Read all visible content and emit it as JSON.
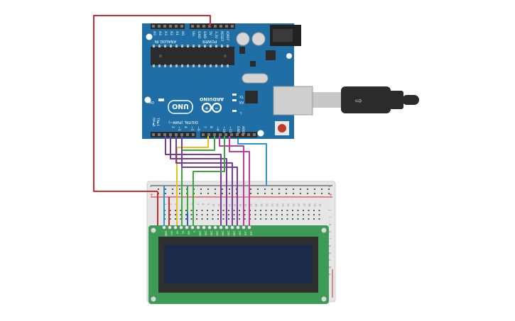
{
  "arduino": {
    "brand": "ARDUINO",
    "model": "UNO",
    "labels": {
      "analog_in": "ANALOG IN",
      "power": "POWER",
      "digital": "DIGITAL (PWM~)",
      "led_on": "ON",
      "tx": "TX",
      "rx": "RX",
      "l": "L",
      "aref": "AREF",
      "gnd": "GND",
      "tx1": "TX►1",
      "rx0": "RX◄0",
      "reset": "RESET"
    },
    "analog_pins": [
      "A5",
      "A4",
      "A3",
      "A2",
      "A1",
      "A0"
    ],
    "power_pins": [
      "Vin",
      "GND",
      "GND",
      "5V",
      "3.3V",
      "RESET",
      "IOREF"
    ],
    "digital_pins": [
      "~11",
      "~10",
      "~9",
      "8",
      "7",
      "~6",
      "~5",
      "4",
      "~3",
      "2"
    ],
    "colors": {
      "board": "#1f6ea6",
      "header": "#2b2b2b",
      "usb": "#c8c8c8",
      "reset_button": "#c0392b"
    }
  },
  "breadboard": {
    "row_numbers": [
      "1",
      "2",
      "3",
      "4",
      "5",
      "6",
      "7",
      "8",
      "9",
      "10",
      "11",
      "12",
      "13",
      "14",
      "15",
      "16",
      "17",
      "18",
      "19",
      "20",
      "21",
      "22",
      "23",
      "24",
      "25",
      "26",
      "27",
      "28",
      "29",
      "30"
    ],
    "row_letters_right": [
      "j",
      "i",
      "h",
      "g",
      "f",
      "e",
      "d",
      "c",
      "b",
      "a"
    ],
    "rail_signs": [
      "-",
      "+"
    ]
  },
  "lcd": {
    "pin_labels": [
      "GND",
      "VCC",
      "V0",
      "RS",
      "RW",
      "E",
      "DB0",
      "DB1",
      "DB2",
      "DB3",
      "DB4",
      "DB5",
      "DB6",
      "DB7",
      "LED",
      "LED"
    ],
    "colors": {
      "pcb": "#3c9b55",
      "bezel": "#2f2f2f",
      "screen": "#1c2a4a"
    }
  },
  "wires": {
    "colors": {
      "red": "#d12a2a",
      "purple": "#7a3a9a",
      "yellow": "#e6c21a",
      "green": "#3aa83a",
      "blue": "#2a97c8",
      "magenta": "#c43a9c",
      "dark_blue": "#2a5bc8"
    }
  }
}
